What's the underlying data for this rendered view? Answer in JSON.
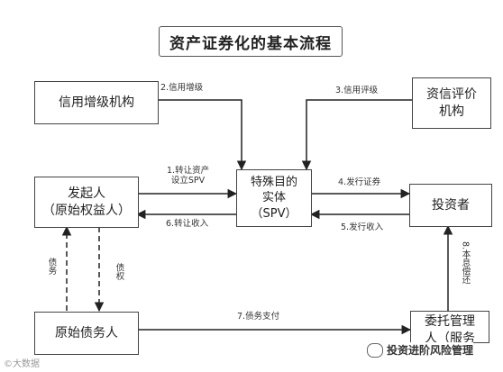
{
  "title": "资产证券化的基本流程",
  "nodes": {
    "credit_enhancer": [
      "信用增级机构"
    ],
    "rating_agency": [
      "资信评价",
      "机构"
    ],
    "spv": [
      "特殊目的",
      "实体",
      "（SPV）"
    ],
    "originator": [
      "发起人",
      "（原始权益人）"
    ],
    "investor": [
      "投资者"
    ],
    "original_debtor": [
      "原始债务人"
    ],
    "trustee": [
      "委托管理",
      "人（服务"
    ]
  },
  "edges": {
    "e1": [
      "1.转让资产",
      "设立SPV"
    ],
    "e2": "2.信用增级",
    "e3": "3.信用评级",
    "e4": "4.发行证券",
    "e5": "5.发行收入",
    "e6": "6.转让收入",
    "e7": "7.债务支付",
    "e8": "8.本息偿还",
    "debt": "债务",
    "claim": "债权"
  },
  "watermarks": {
    "left": "©大数据",
    "right": "投资进阶风险管理"
  }
}
